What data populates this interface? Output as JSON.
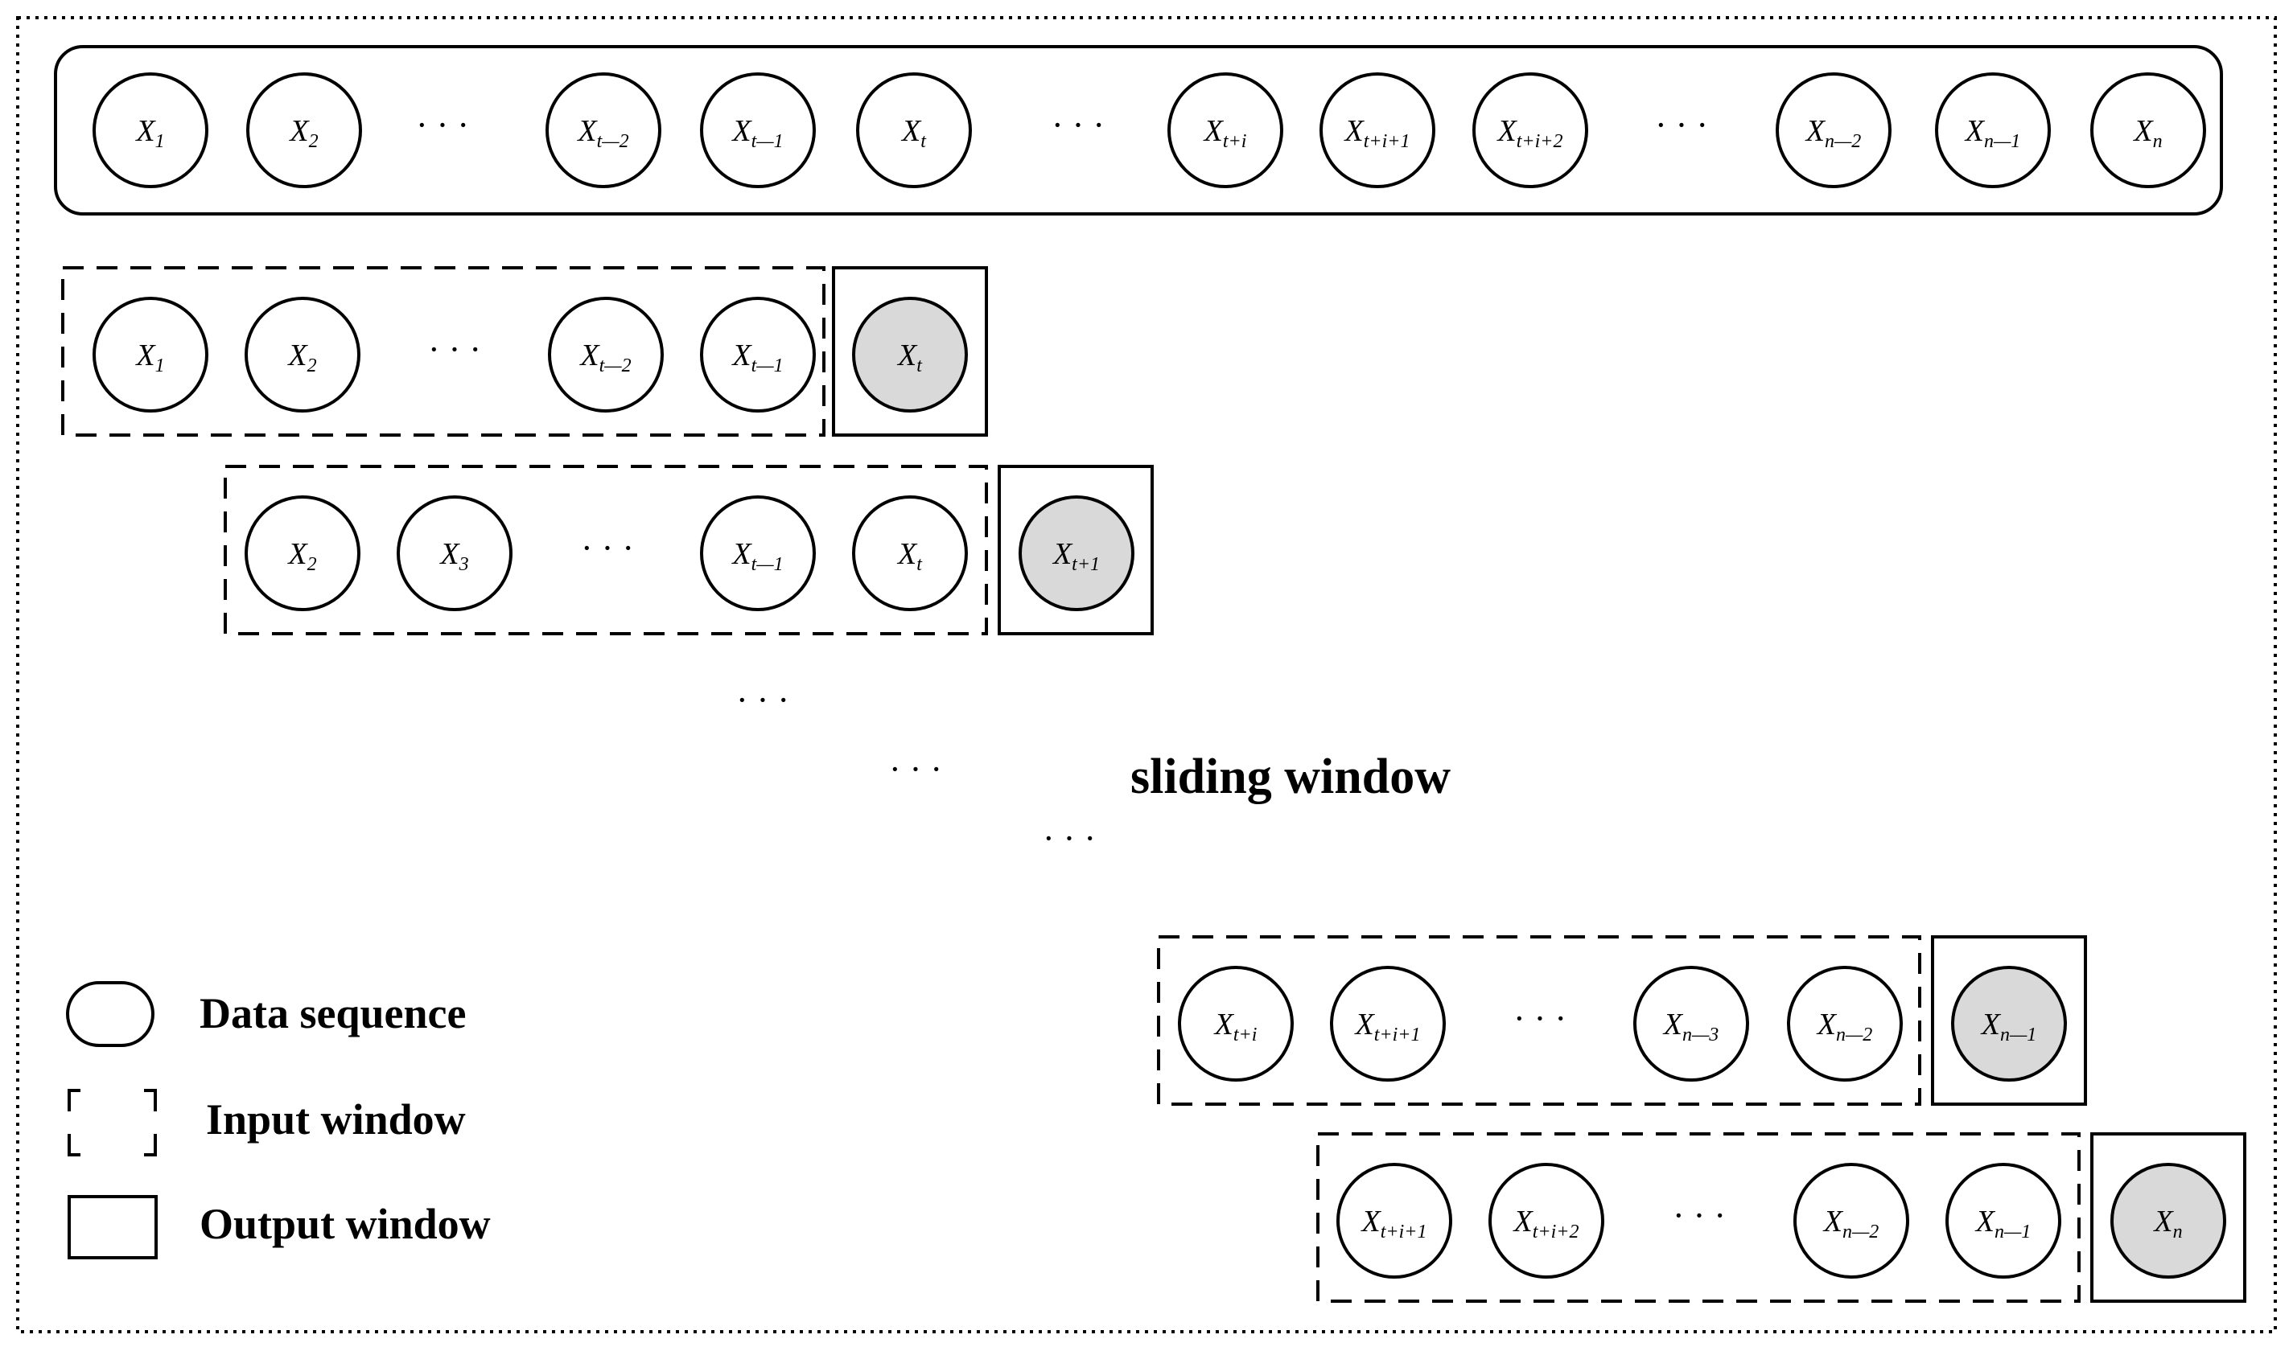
{
  "sequence": {
    "nodes": [
      {
        "base": "X",
        "sub": "1"
      },
      {
        "base": "X",
        "sub": "2"
      },
      {
        "ellipsis": "· · ·"
      },
      {
        "base": "X",
        "sub": "t—2"
      },
      {
        "base": "X",
        "sub": "t—1"
      },
      {
        "base": "X",
        "sub": "t"
      },
      {
        "ellipsis": "· · ·"
      },
      {
        "base": "X",
        "sub": "t+i"
      },
      {
        "base": "X",
        "sub": "t+i+1"
      },
      {
        "base": "X",
        "sub": "t+i+2"
      },
      {
        "ellipsis": "· · ·"
      },
      {
        "base": "X",
        "sub": "n—2"
      },
      {
        "base": "X",
        "sub": "n—1"
      },
      {
        "base": "X",
        "sub": "n"
      }
    ]
  },
  "windows": [
    {
      "inputs": [
        {
          "base": "X",
          "sub": "1"
        },
        {
          "base": "X",
          "sub": "2"
        },
        {
          "ellipsis": "· · ·"
        },
        {
          "base": "X",
          "sub": "t—2"
        },
        {
          "base": "X",
          "sub": "t—1"
        }
      ],
      "output": {
        "base": "X",
        "sub": "t"
      }
    },
    {
      "inputs": [
        {
          "base": "X",
          "sub": "2"
        },
        {
          "base": "X",
          "sub": "3"
        },
        {
          "ellipsis": "· · ·"
        },
        {
          "base": "X",
          "sub": "t—1"
        },
        {
          "base": "X",
          "sub": "t"
        }
      ],
      "output": {
        "base": "X",
        "sub": "t+1"
      }
    },
    {
      "inputs": [
        {
          "base": "X",
          "sub": "t+i"
        },
        {
          "base": "X",
          "sub": "t+i+1"
        },
        {
          "ellipsis": "· · ·"
        },
        {
          "base": "X",
          "sub": "n—3"
        },
        {
          "base": "X",
          "sub": "n—2"
        }
      ],
      "output": {
        "base": "X",
        "sub": "n—1"
      }
    },
    {
      "inputs": [
        {
          "base": "X",
          "sub": "t+i+1"
        },
        {
          "base": "X",
          "sub": "t+i+2"
        },
        {
          "ellipsis": "· · ·"
        },
        {
          "base": "X",
          "sub": "n—2"
        },
        {
          "base": "X",
          "sub": "n—1"
        }
      ],
      "output": {
        "base": "X",
        "sub": "n"
      }
    }
  ],
  "gap_ellipses": [
    "· · ·",
    "· · ·",
    "· · ·"
  ],
  "sliding_label": "sliding window",
  "legend": {
    "data_sequence": "Data sequence",
    "input_window": "Input window",
    "output_window": "Output window"
  },
  "colors": {
    "stroke": "#000000",
    "output_fill": "#d9d9d9",
    "background": "#ffffff"
  }
}
